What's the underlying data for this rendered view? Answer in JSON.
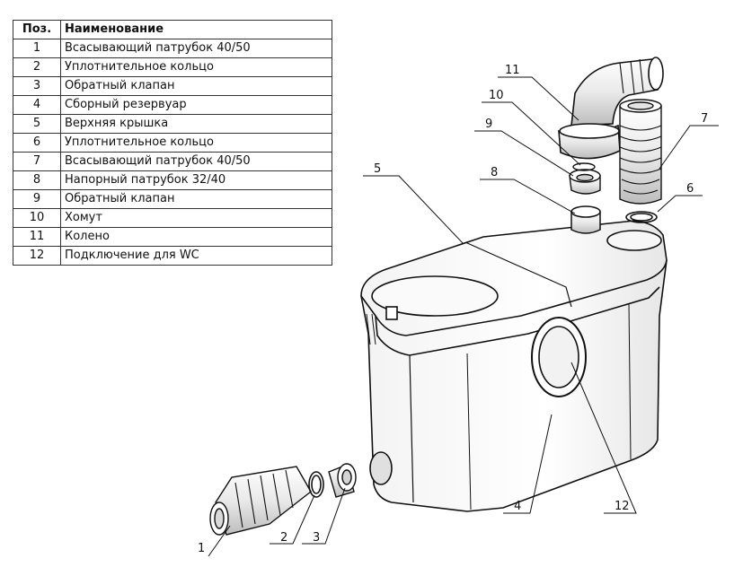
{
  "table": {
    "headers": {
      "pos": "Поз.",
      "name": "Наименование"
    },
    "rows": [
      {
        "pos": "1",
        "name": "Всасывающий патрубок 40/50"
      },
      {
        "pos": "2",
        "name": "Уплотнительное кольцо"
      },
      {
        "pos": "3",
        "name": "Обратный клапан"
      },
      {
        "pos": "4",
        "name": "Сборный резервуар"
      },
      {
        "pos": "5",
        "name": "Верхняя крышка"
      },
      {
        "pos": "6",
        "name": "Уплотнительное кольцо"
      },
      {
        "pos": "7",
        "name": "Всасывающий патрубок 40/50"
      },
      {
        "pos": "8",
        "name": "Напорный патрубок 32/40"
      },
      {
        "pos": "9",
        "name": "Обратный клапан"
      },
      {
        "pos": "10",
        "name": "Хомут"
      },
      {
        "pos": "11",
        "name": "Колено"
      },
      {
        "pos": "12",
        "name": "Подключение для WC"
      }
    ]
  },
  "callouts": [
    "1",
    "2",
    "3",
    "4",
    "5",
    "6",
    "7",
    "8",
    "9",
    "10",
    "11",
    "12"
  ]
}
